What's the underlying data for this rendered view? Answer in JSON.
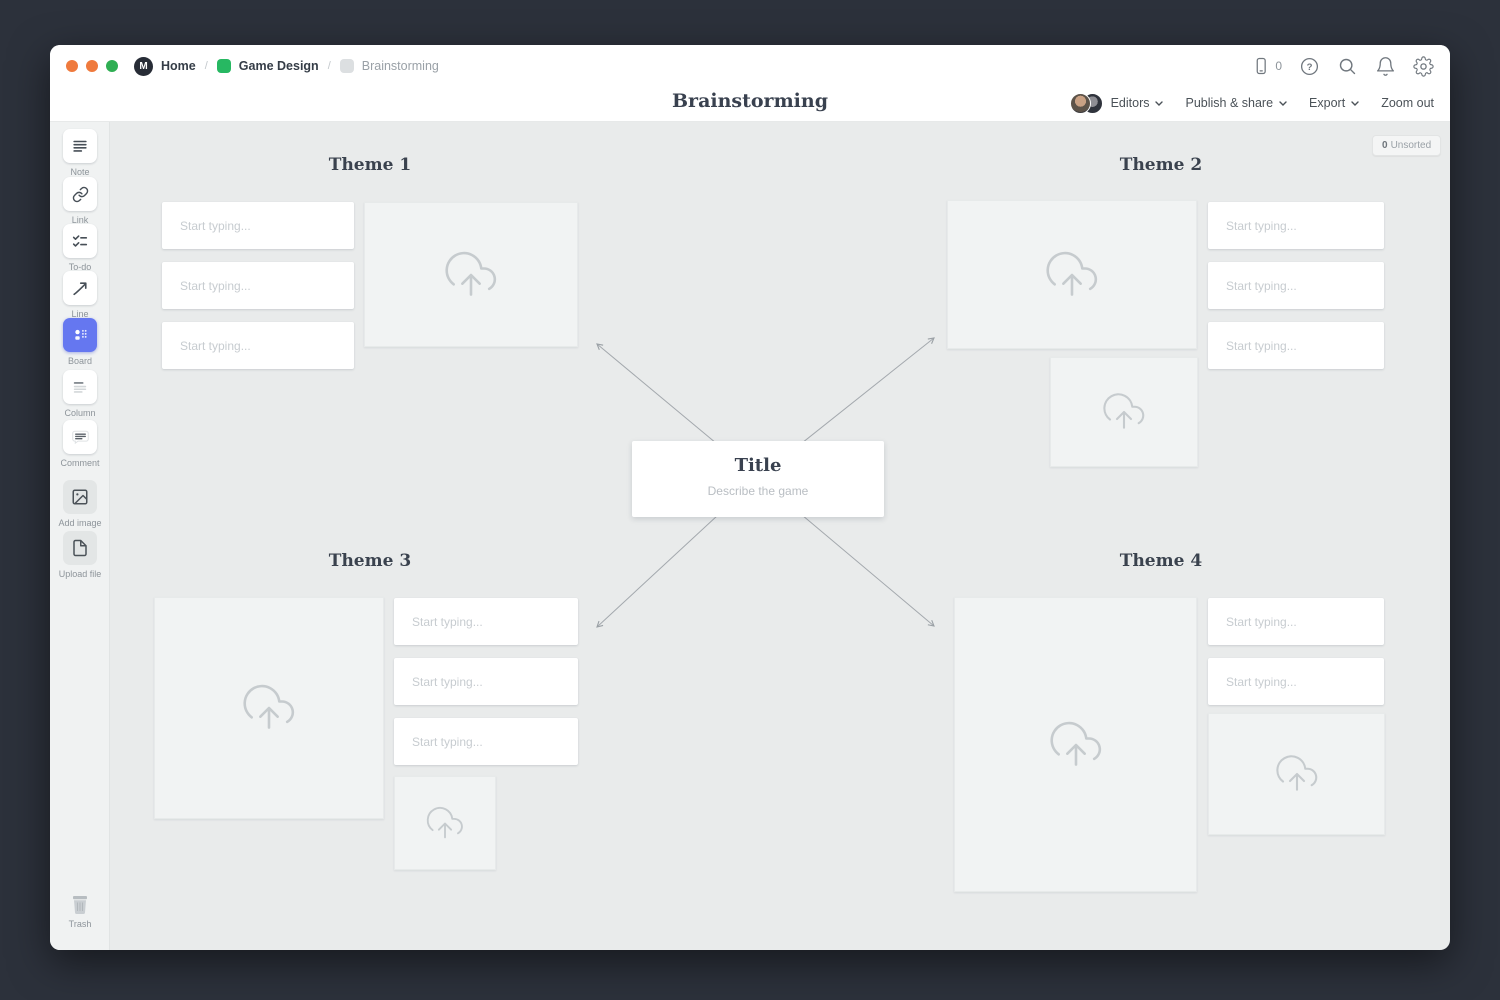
{
  "chrome": {
    "traffic_lights": {
      "close": "#ef7a3d",
      "minimize": "#ef7a3d",
      "zoom": "#2fae53"
    },
    "logo_letter": "M"
  },
  "breadcrumb": {
    "home": "Home",
    "separator": "/",
    "project": "Game Design",
    "current": "Brainstorming"
  },
  "topbar": {
    "mobile_count": "0",
    "help_glyph": "?"
  },
  "board_header": {
    "title": "Brainstorming",
    "editors_label": "Editors",
    "publish_label": "Publish & share",
    "export_label": "Export",
    "zoom_out_label": "Zoom out"
  },
  "sidebar": {
    "tools": [
      {
        "id": "note",
        "label": "Note"
      },
      {
        "id": "link",
        "label": "Link"
      },
      {
        "id": "todo",
        "label": "To-do"
      },
      {
        "id": "line",
        "label": "Line"
      },
      {
        "id": "board",
        "label": "Board",
        "active": true
      },
      {
        "id": "column",
        "label": "Column"
      },
      {
        "id": "comment",
        "label": "Comment"
      }
    ],
    "media_tools": [
      {
        "id": "add-image",
        "label": "Add image"
      },
      {
        "id": "upload-file",
        "label": "Upload file"
      }
    ],
    "trash_label": "Trash"
  },
  "canvas": {
    "unsorted_count": "0",
    "unsorted_label": "Unsorted",
    "center_card": {
      "title": "Title",
      "subtitle": "Describe the game"
    },
    "themes": [
      {
        "label": "Theme 1"
      },
      {
        "label": "Theme 2"
      },
      {
        "label": "Theme 3"
      },
      {
        "label": "Theme 4"
      }
    ],
    "note_placeholder": "Start typing..."
  },
  "colors": {
    "accent_blue": "#6577f0",
    "canvas_bg": "#e9ebeb",
    "frame_bg": "#2c313b",
    "brand_green": "#27b862"
  }
}
